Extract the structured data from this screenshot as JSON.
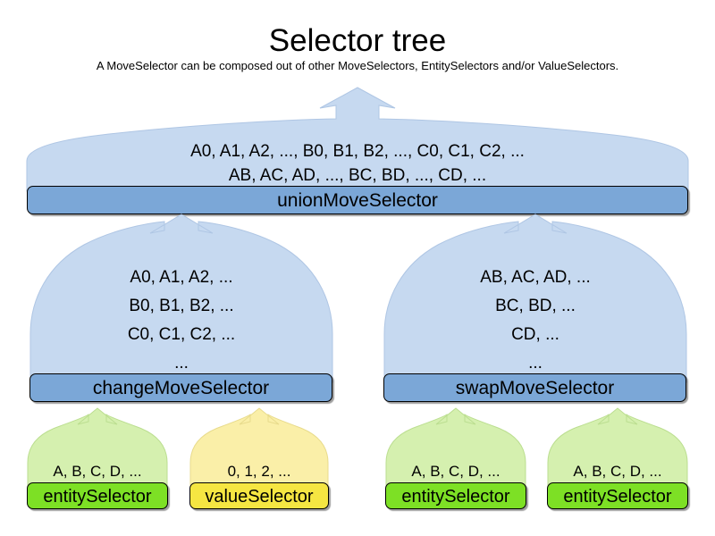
{
  "page": {
    "title": "Selector tree",
    "subtitle": "A MoveSelector can be composed out of other MoveSelectors, EntitySelectors and/or ValueSelectors."
  },
  "colors": {
    "blue_bar": "#7BA7D7",
    "blue_fan": "#C6D9F0",
    "green_bar": "#7DE025",
    "green_fan": "#D5F0AF",
    "yellow_bar": "#F5E642",
    "yellow_fan": "#FAEFA8",
    "outline": "#000000",
    "background": "#FFFFFF"
  },
  "tree": {
    "union": {
      "label": "unionMoveSelector",
      "lines": [
        "A0, A1, A2, ..., B0, B1, B2, ..., C0, C1, C2, ...",
        "AB, AC, AD, ..., BC, BD, ..., CD, ..."
      ]
    },
    "middle": [
      {
        "label": "changeMoveSelector",
        "lines": [
          "A0, A1, A2, ...",
          "B0, B1, B2, ...",
          "C0, C1, C2, ...",
          "..."
        ]
      },
      {
        "label": "swapMoveSelector",
        "lines": [
          "AB, AC, AD, ...",
          "BC, BD, ...",
          "CD, ...",
          "..."
        ]
      }
    ],
    "leaves": [
      {
        "label": "entitySelector",
        "lines": [
          "A, B, C, D, ..."
        ],
        "kind": "entity"
      },
      {
        "label": "valueSelector",
        "lines": [
          "0, 1, 2, ..."
        ],
        "kind": "value"
      },
      {
        "label": "entitySelector",
        "lines": [
          "A, B, C, D, ..."
        ],
        "kind": "entity"
      },
      {
        "label": "entitySelector",
        "lines": [
          "A, B, C, D, ..."
        ],
        "kind": "entity"
      }
    ]
  }
}
